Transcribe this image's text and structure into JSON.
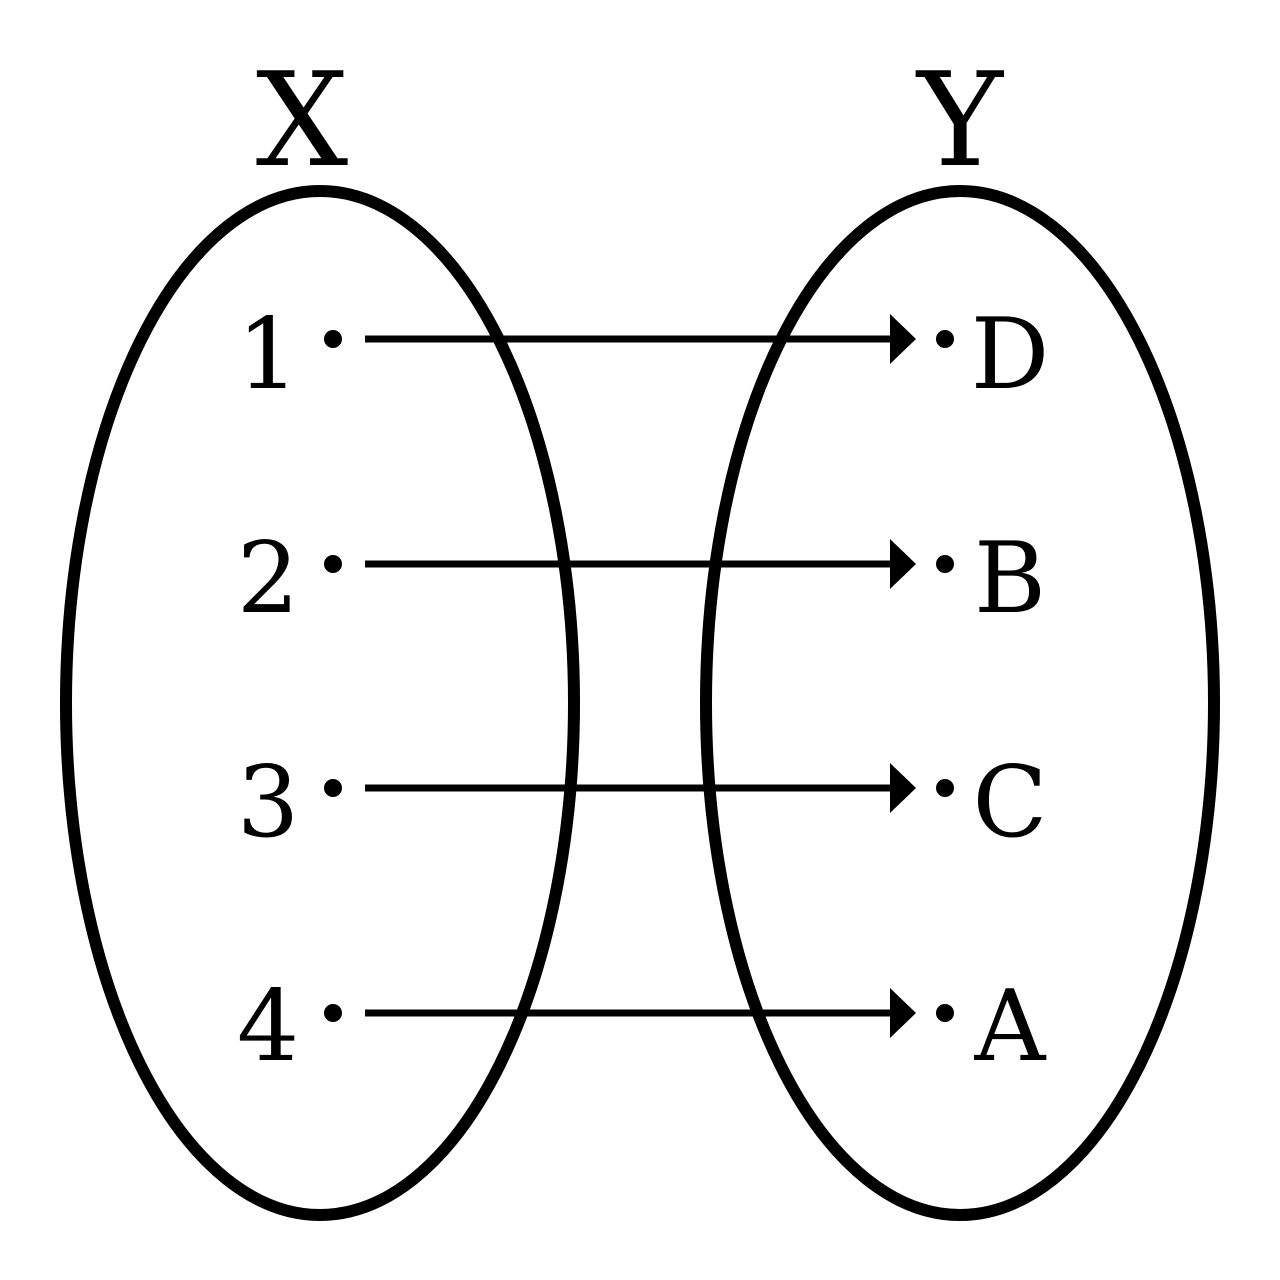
{
  "diagram": {
    "domain_set": {
      "name": "X",
      "elements": [
        "1",
        "2",
        "3",
        "4"
      ]
    },
    "codomain_set": {
      "name": "Y",
      "elements": [
        "D",
        "B",
        "C",
        "A"
      ]
    },
    "mappings": [
      {
        "from": "1",
        "to": "D"
      },
      {
        "from": "2",
        "to": "B"
      },
      {
        "from": "3",
        "to": "C"
      },
      {
        "from": "4",
        "to": "A"
      }
    ],
    "colors": {
      "stroke": "#000000",
      "background": "#ffffff"
    }
  }
}
